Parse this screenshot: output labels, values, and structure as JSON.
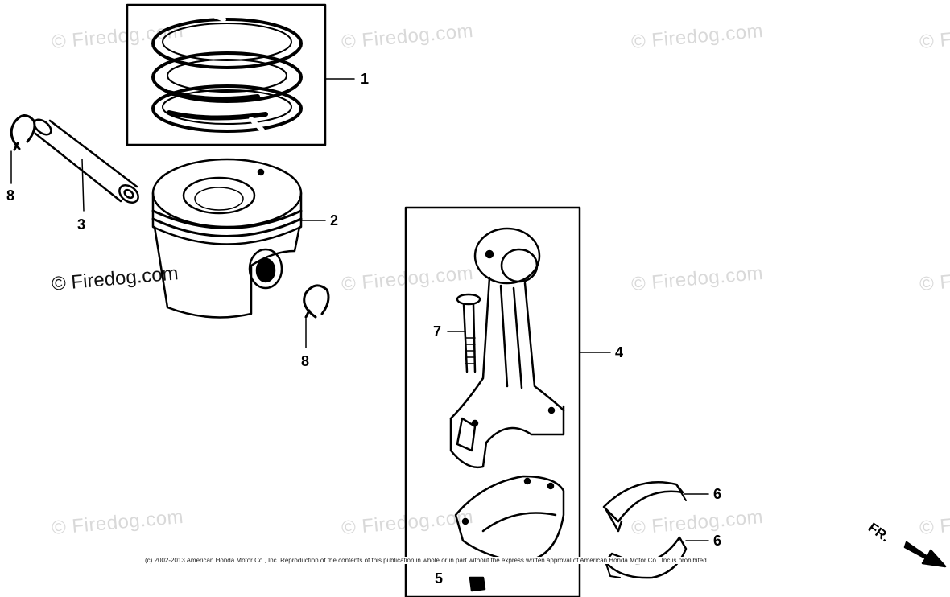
{
  "watermark_text": "© Firedog.com",
  "callouts": {
    "c1": "1",
    "c2": "2",
    "c3": "3",
    "c4": "4",
    "c5": "5",
    "c6a": "6",
    "c6b": "6",
    "c7": "7",
    "c8a": "8",
    "c8b": "8"
  },
  "copyright": "(c) 2002-2013 American Honda Motor Co., Inc. Reproduction of the contents of this publication in whole or in part without the express written approval of American Honda Motor Co., Inc is prohibited.",
  "direction_label": "FR.",
  "colors": {
    "line": "#000000",
    "watermark": "#d9d9d9",
    "background": "#ffffff"
  }
}
